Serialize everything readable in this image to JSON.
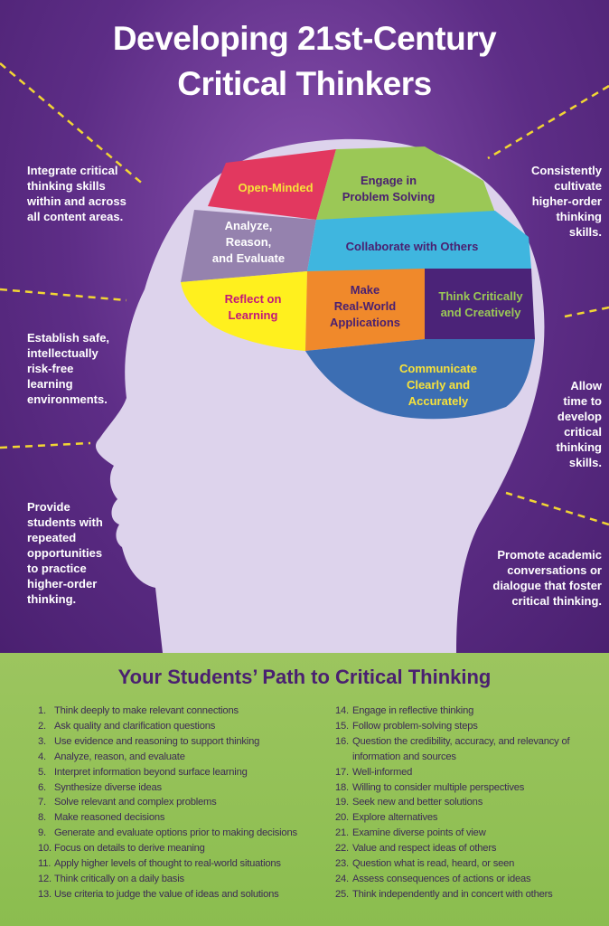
{
  "title": [
    "Developing 21st-Century",
    "Critical Thinkers"
  ],
  "brain": {
    "open_minded": [
      "Open-Minded"
    ],
    "engage": [
      "Engage in",
      "Problem Solving"
    ],
    "analyze": [
      "Analyze,",
      "Reason,",
      "and Evaluate"
    ],
    "collaborate": [
      "Collaborate with Others"
    ],
    "reflect": [
      "Reflect on",
      "Learning"
    ],
    "make": [
      "Make",
      "Real-World",
      "Applications"
    ],
    "think": [
      "Think Critically",
      "and Creatively"
    ],
    "communicate": [
      "Communicate",
      "Clearly and",
      "Accurately"
    ]
  },
  "colors": {
    "red": "#e2385f",
    "green": "#9bc856",
    "gray_purple": "#9582ae",
    "blue": "#3fb6df",
    "yellow": "#fff01e",
    "orange": "#f0892b",
    "dark_purple": "#4b2378",
    "dark_blue": "#3c6eb3",
    "background": "#5d2d86",
    "bottom": "#94c257"
  },
  "left_notes": [
    "Integrate critical thinking skills within and across all content areas.",
    "Establish safe, intellectually risk-free learning environments.",
    "Provide students with repeated opportunities to practice higher-order thinking."
  ],
  "right_notes": [
    "Consistently cultivate higher-order thinking skills.",
    "Allow time to develop critical thinking skills.",
    "Promote academic conversations or dialogue that foster critical thinking."
  ],
  "path": {
    "title": "Your Students’ Path to Critical Thinking",
    "col1": [
      [
        "1.",
        "Think deeply to make relevant connections"
      ],
      [
        "2.",
        "Ask quality and clarification questions"
      ],
      [
        "3.",
        "Use evidence and reasoning to support thinking"
      ],
      [
        "4.",
        "Analyze, reason, and evaluate"
      ],
      [
        "5.",
        "Interpret information beyond surface learning"
      ],
      [
        "6.",
        "Synthesize diverse ideas"
      ],
      [
        "7.",
        "Solve relevant and complex problems"
      ],
      [
        "8.",
        "Make reasoned decisions"
      ],
      [
        "9.",
        "Generate and evaluate options prior to making decisions"
      ],
      [
        "10.",
        "Focus on details to derive meaning"
      ],
      [
        "11.",
        "Apply higher levels of thought to real-world situations"
      ],
      [
        "12.",
        "Think critically on a daily basis"
      ],
      [
        "13.",
        "Use criteria to judge the value of ideas and solutions"
      ]
    ],
    "col2": [
      [
        "14.",
        "Engage in reflective thinking"
      ],
      [
        "15.",
        "Follow problem-solving steps"
      ],
      [
        "16.",
        "Question the credibility, accuracy, and relevancy of information and sources"
      ],
      [
        "17.",
        "Well-informed"
      ],
      [
        "18.",
        "Willing to consider multiple perspectives"
      ],
      [
        "19.",
        "Seek new and better solutions"
      ],
      [
        "20.",
        "Explore alternatives"
      ],
      [
        "21.",
        "Examine diverse points of view"
      ],
      [
        "22.",
        "Value and respect ideas of others"
      ],
      [
        "23.",
        "Question what is read, heard, or seen"
      ],
      [
        "24.",
        "Assess consequences of actions or ideas"
      ],
      [
        "25.",
        "Think independently and in concert with others"
      ]
    ]
  }
}
